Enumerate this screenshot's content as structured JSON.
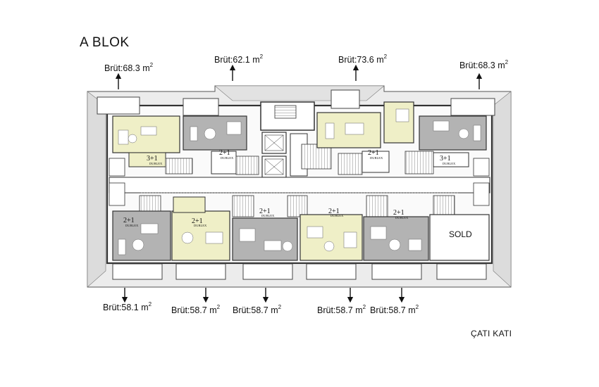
{
  "title": "A BLOK",
  "floor_label": "ÇATI KATI",
  "sold_label": "SOLD",
  "top_areas": [
    {
      "label": "Brüt:68.3 m",
      "sup": "2"
    },
    {
      "label": "Brüt:62.1 m",
      "sup": "2"
    },
    {
      "label": "Brüt:73.6 m",
      "sup": "2"
    },
    {
      "label": "Brüt:68.3 m",
      "sup": "2"
    }
  ],
  "bottom_areas": [
    {
      "label": "Brüt:58.1 m",
      "sup": "2"
    },
    {
      "label": "Brüt:58.7 m",
      "sup": "2"
    },
    {
      "label": "Brüt:58.7 m",
      "sup": "2"
    },
    {
      "label": "Brüt:58.7 m",
      "sup": "2"
    },
    {
      "label": "Brüt:58.7 m",
      "sup": "2"
    }
  ],
  "unit_types": {
    "top_left": {
      "type": "3+1",
      "sub": "DUBLEX"
    },
    "top_mid_left": {
      "type": "2+1",
      "sub": "DUBLEX"
    },
    "top_mid_right": {
      "type": "2+1",
      "sub": "DUBLEX"
    },
    "top_right": {
      "type": "3+1",
      "sub": "DUBLEX"
    },
    "bottom_1": {
      "type": "2+1",
      "sub": "DUBLEX"
    },
    "bottom_2": {
      "type": "2+1",
      "sub": "DUBLEX"
    },
    "bottom_3": {
      "type": "2+1",
      "sub": "DUBLEX"
    },
    "bottom_4": {
      "type": "2+1",
      "sub": "DUBLEX"
    },
    "bottom_5": {
      "type": "2+1",
      "sub": "DUBLEX"
    }
  },
  "colors": {
    "yellow": "#efefc7",
    "gray": "#b3b3b3",
    "wall": "#3a3a3a",
    "roof": "#e6e6e6"
  }
}
